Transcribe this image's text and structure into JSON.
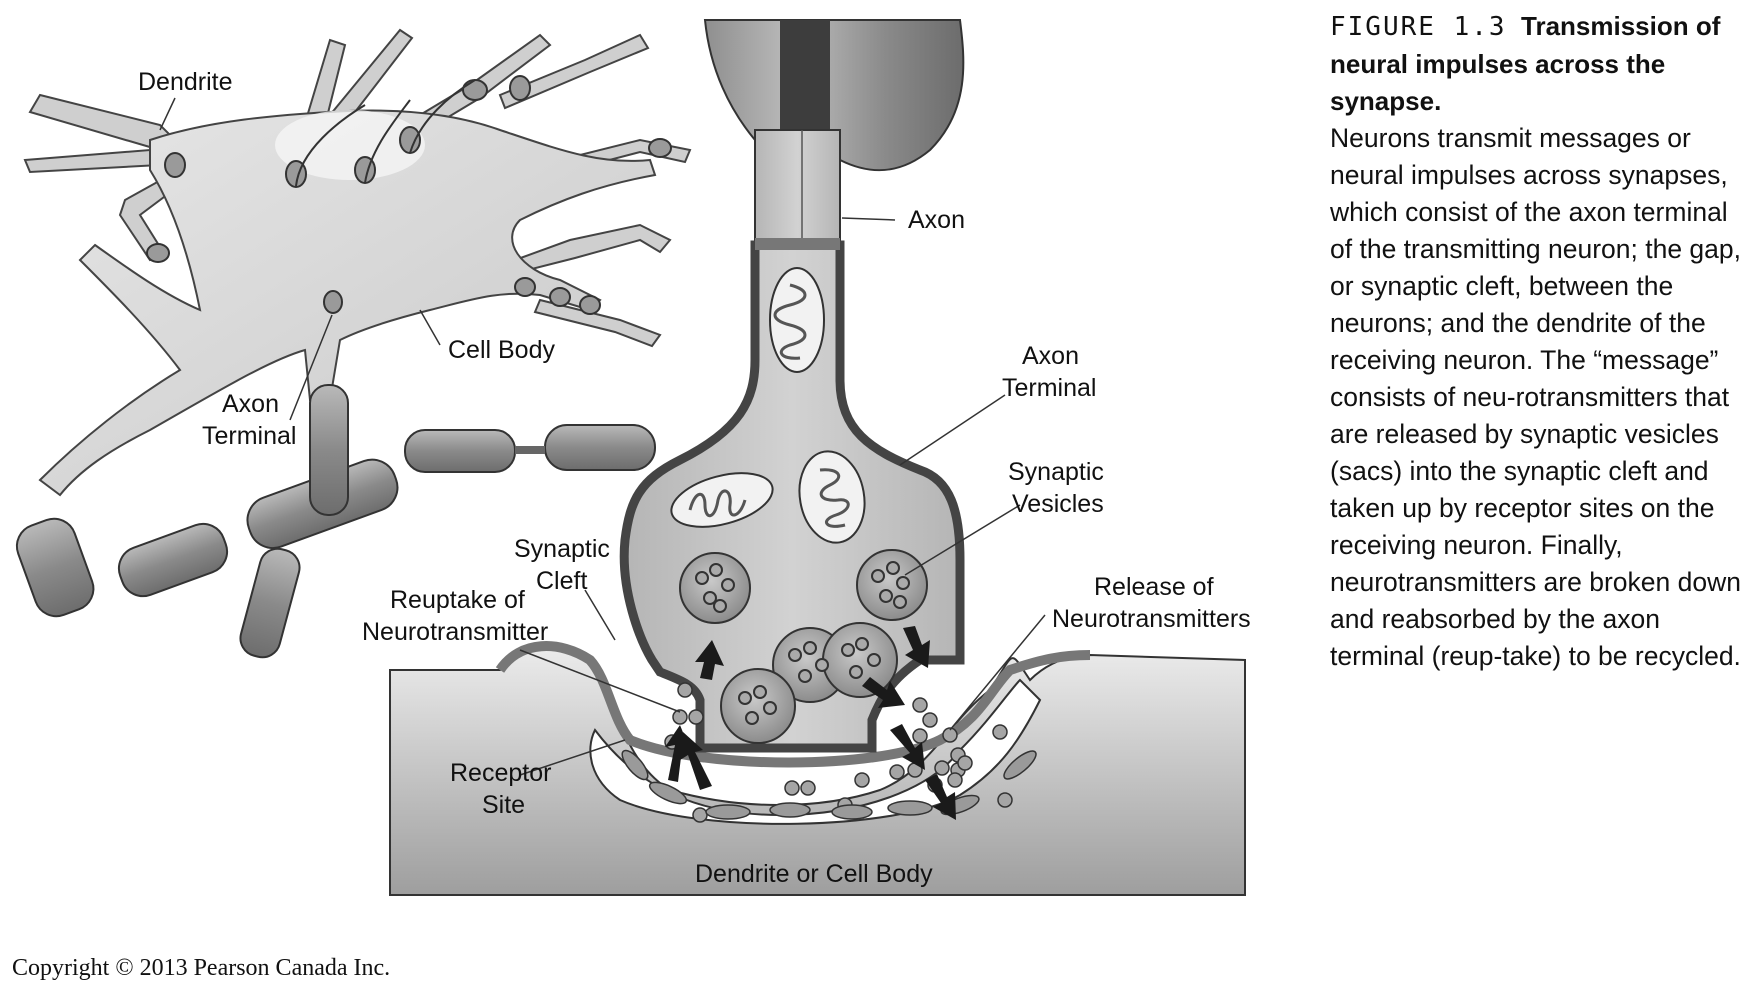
{
  "caption": {
    "figure_number": "FIGURE 1.3",
    "title": "Transmission of neural impulses across the synapse.",
    "body": "Neurons transmit messages or neural impulses across synapses, which consist of the axon terminal of the transmitting neuron; the gap, or synaptic cleft, between the neurons; and the dendrite of the receiving neuron. The “message” consists of neu-rotransmitters that are released by synaptic vesicles (sacs) into the synaptic cleft and taken up by receptor sites on the receiving neuron. Finally, neurotransmitters are broken down and reabsorbed by the axon terminal (reup-take) to be recycled."
  },
  "labels": {
    "dendrite": "Dendrite",
    "cell_body": "Cell Body",
    "axon_terminal_left": [
      "Axon",
      "Terminal"
    ],
    "axon": "Axon",
    "axon_terminal_right": [
      "Axon",
      "Terminal"
    ],
    "synaptic_vesicles": [
      "Synaptic",
      "Vesicles"
    ],
    "synaptic_cleft": [
      "Synaptic",
      "Cleft"
    ],
    "reuptake": [
      "Reuptake of",
      "Neurotransmitter"
    ],
    "release": [
      "Release of",
      "Neurotransmitters"
    ],
    "receptor_site": [
      "Receptor",
      "Site"
    ],
    "dendrite_or_cell_body": "Dendrite or Cell Body"
  },
  "copyright": "Copyright © 2013 Pearson Canada Inc."
}
